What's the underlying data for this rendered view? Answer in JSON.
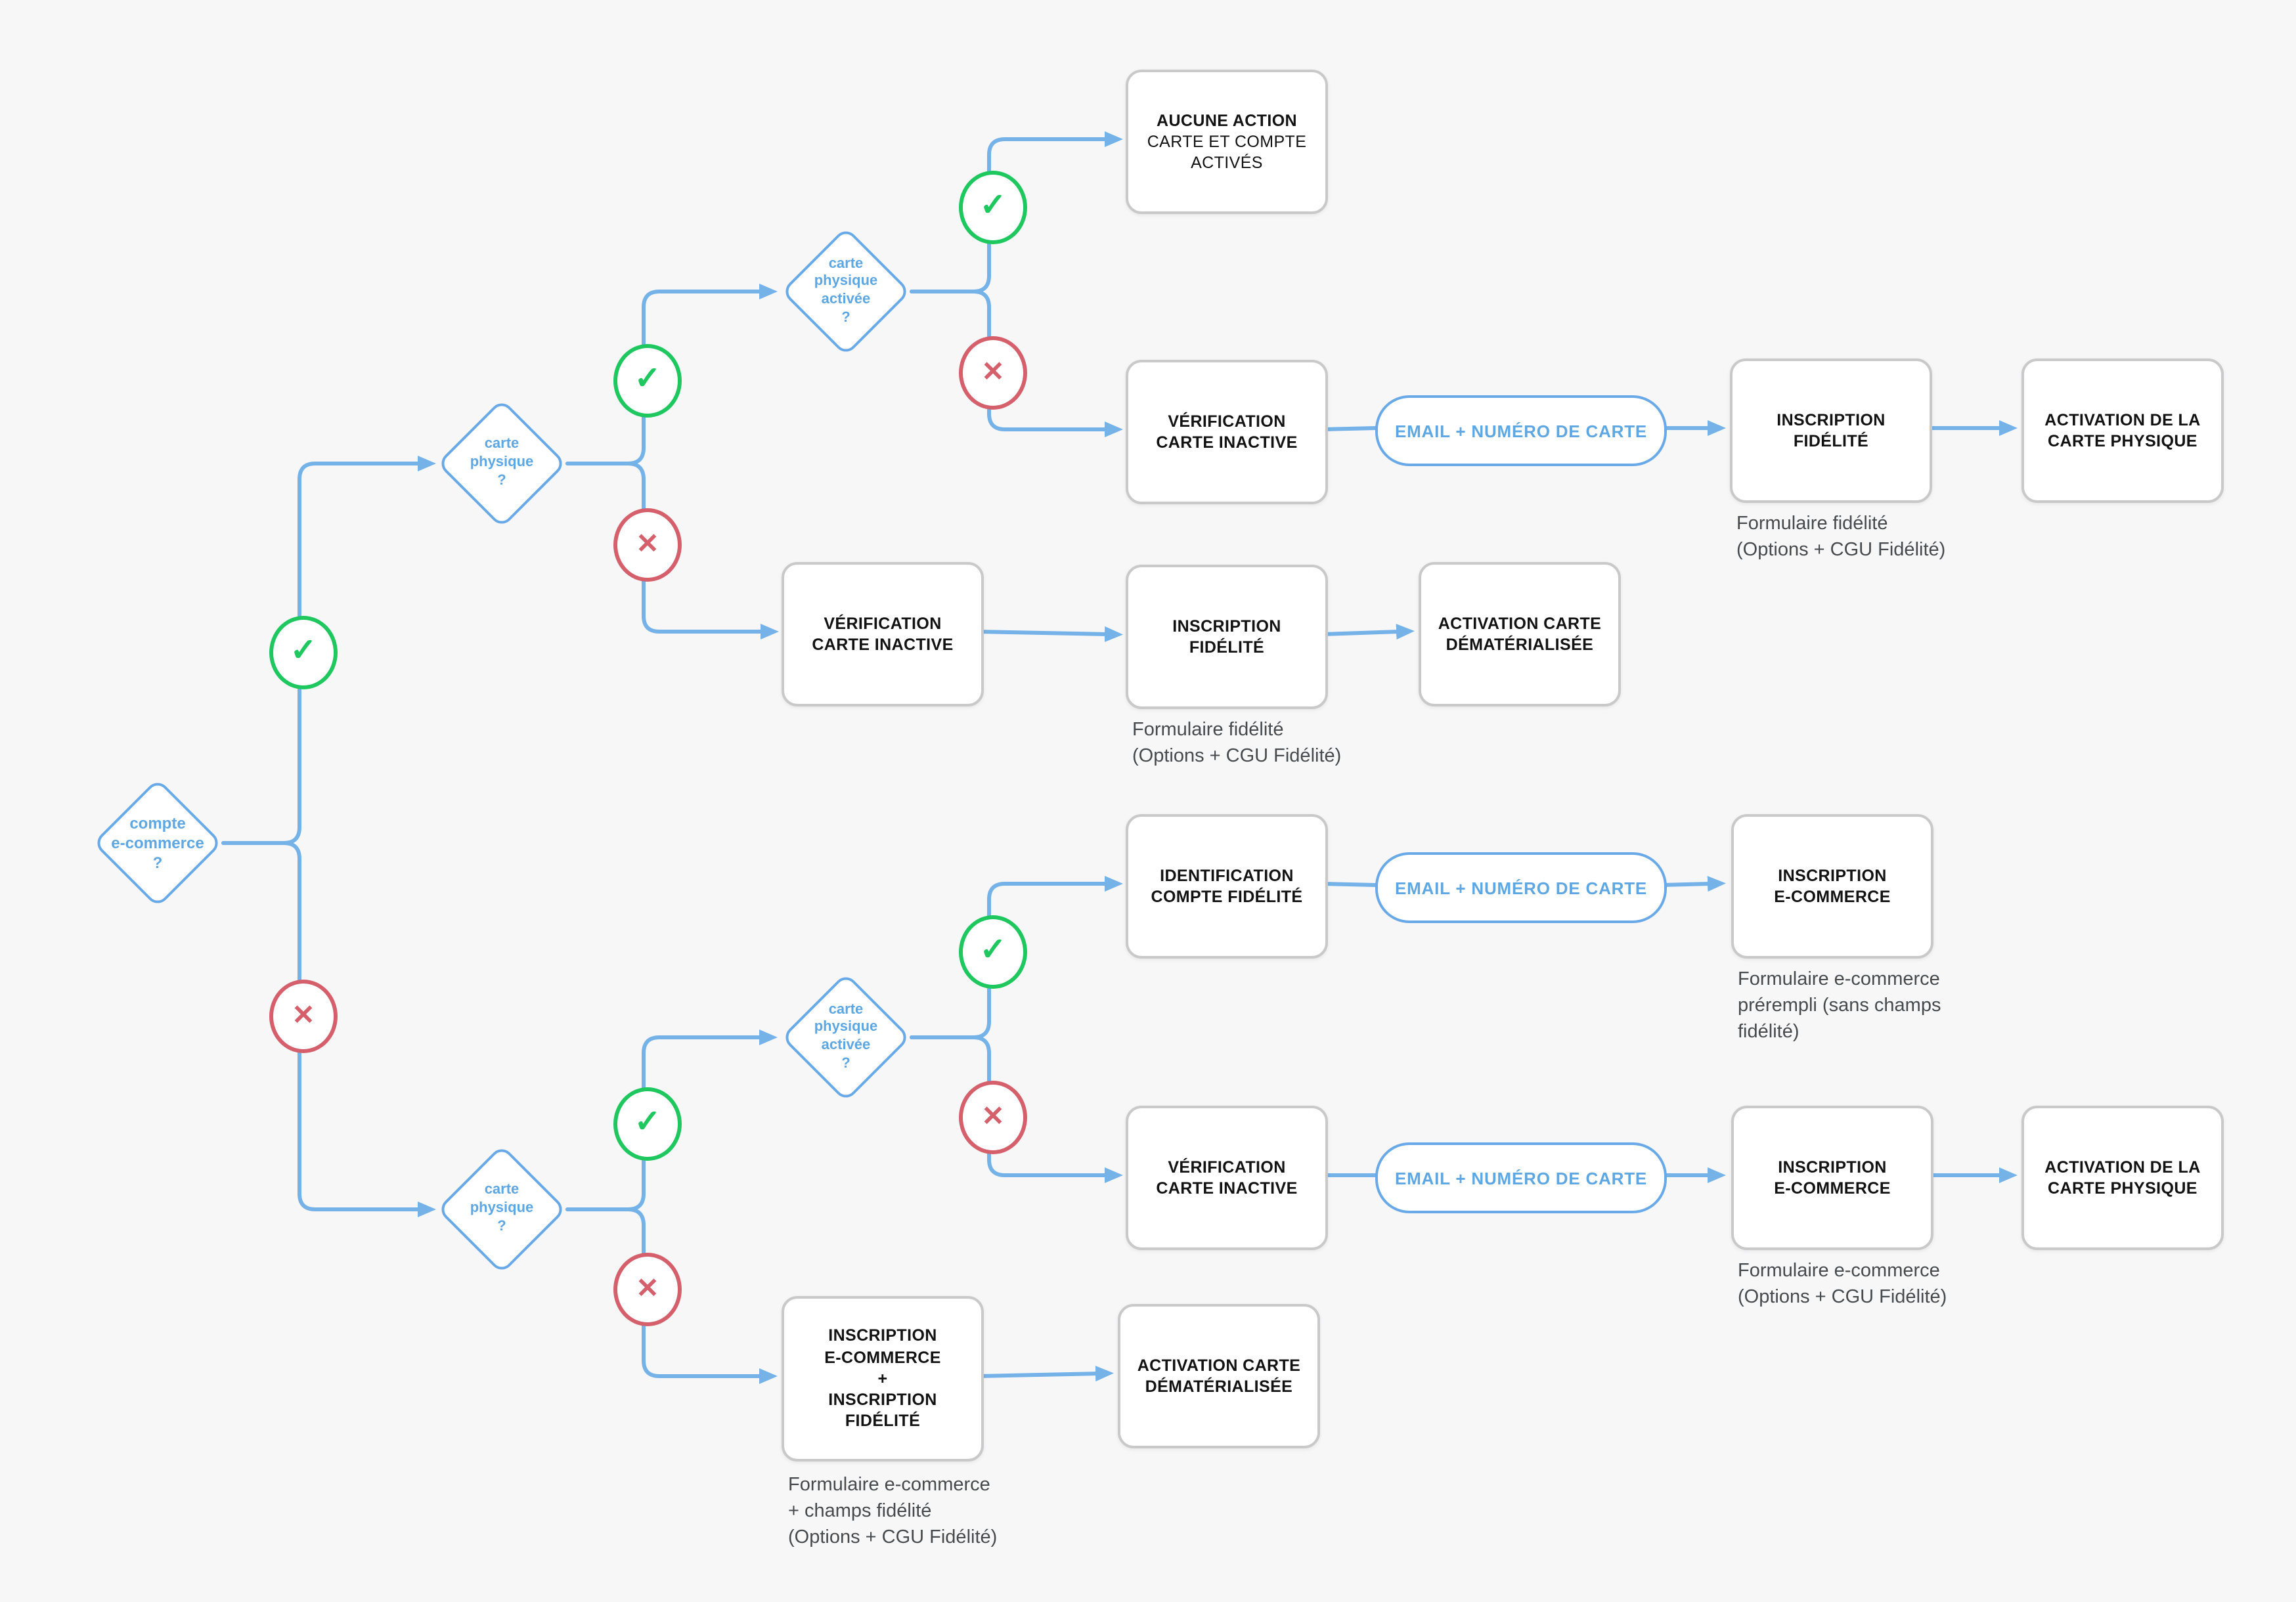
{
  "page": {
    "background": "#f7f7f8"
  },
  "colors": {
    "connector_blue": "#74b2e8",
    "diamond_border": "#69a9e8",
    "diamond_text": "#5ea7e3",
    "box_border": "#c9c9c9",
    "box_text": "#121212",
    "caption_text": "#474a4d",
    "check_green": "#1fc75f",
    "cross_red": "#d5606b"
  },
  "icons": {
    "check": "✓",
    "cross": "✕"
  },
  "diamonds": {
    "compte_ecommerce": {
      "lines": [
        "compte",
        "e-commerce",
        "?"
      ]
    },
    "carte_physique_top": {
      "lines": [
        "carte",
        "physique",
        "?"
      ]
    },
    "carte_physique_activee_top": {
      "lines": [
        "carte",
        "physique",
        "activée",
        "?"
      ]
    },
    "carte_physique_activee_bottom": {
      "lines": [
        "carte",
        "physique",
        "activée",
        "?"
      ]
    },
    "carte_physique_bottom": {
      "lines": [
        "carte",
        "physique",
        "?"
      ]
    }
  },
  "boxes": {
    "aucune_action": {
      "lines": [
        "AUCUNE ACTION",
        "CARTE ET COMPTE",
        "ACTIVÉS"
      ]
    },
    "verification_carte_inactive_1": {
      "lines": [
        "VÉRIFICATION",
        "CARTE INACTIVE"
      ]
    },
    "inscription_fidelite_1": {
      "lines": [
        "INSCRIPTION",
        "FIDÉLITÉ"
      ]
    },
    "activation_carte_physique_1": {
      "lines": [
        "ACTIVATION DE LA",
        "CARTE PHYSIQUE"
      ]
    },
    "verification_carte_inactive_2": {
      "lines": [
        "VÉRIFICATION",
        "CARTE INACTIVE"
      ]
    },
    "inscription_fidelite_2": {
      "lines": [
        "INSCRIPTION",
        "FIDÉLITÉ"
      ]
    },
    "activation_carte_dematerialisee_2": {
      "lines": [
        "ACTIVATION CARTE",
        "DÉMATÉRIALISÉE"
      ]
    },
    "identification_compte_fidelite": {
      "lines": [
        "IDENTIFICATION",
        "COMPTE FIDÉLITÉ"
      ]
    },
    "inscription_ecommerce_3": {
      "lines": [
        "INSCRIPTION",
        "E-COMMERCE"
      ]
    },
    "verification_carte_inactive_4": {
      "lines": [
        "VÉRIFICATION",
        "CARTE INACTIVE"
      ]
    },
    "inscription_ecommerce_4": {
      "lines": [
        "INSCRIPTION",
        "E-COMMERCE"
      ]
    },
    "activation_carte_physique_4": {
      "lines": [
        "ACTIVATION DE LA",
        "CARTE PHYSIQUE"
      ]
    },
    "inscription_ecommerce_fidelite": {
      "lines": [
        "INSCRIPTION",
        "E-COMMERCE",
        "+",
        "INSCRIPTION",
        "FIDÉLITÉ"
      ]
    },
    "activation_carte_dematerialisee_5": {
      "lines": [
        "ACTIVATION CARTE",
        "DÉMATÉRIALISÉE"
      ]
    }
  },
  "pills": {
    "email_numero_carte_1": {
      "label": "EMAIL + NUMÉRO DE CARTE"
    },
    "email_numero_carte_3": {
      "label": "EMAIL + NUMÉRO DE CARTE"
    },
    "email_numero_carte_4": {
      "label": "EMAIL + NUMÉRO DE CARTE"
    }
  },
  "captions": {
    "fidelite_1": {
      "lines": [
        "Formulaire fidélité",
        "(Options + CGU Fidélité)"
      ]
    },
    "fidelite_2": {
      "lines": [
        "Formulaire fidélité",
        "(Options + CGU Fidélité)"
      ]
    },
    "ecommerce_prerempli_3": {
      "lines": [
        "Formulaire e-commerce",
        "prérempli (sans champs",
        "fidélité)"
      ]
    },
    "ecommerce_4": {
      "lines": [
        "Formulaire e-commerce",
        "(Options + CGU Fidélité)"
      ]
    },
    "ecommerce_fidelite_5": {
      "lines": [
        "Formulaire e-commerce",
        "+ champs fidélité",
        "(Options + CGU Fidélité)"
      ]
    }
  }
}
